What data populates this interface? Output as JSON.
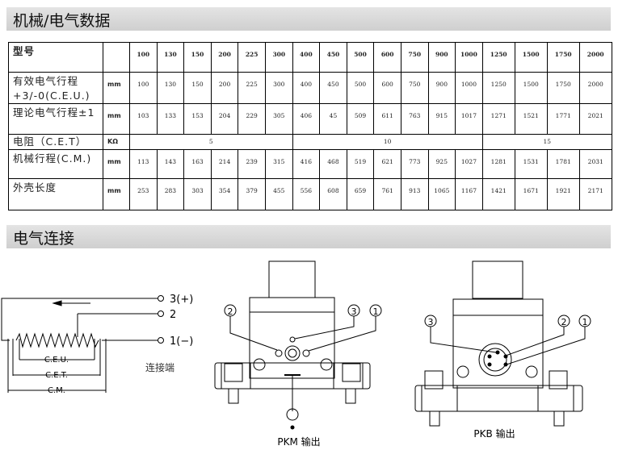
{
  "section1_title": "机械/电气数据",
  "section2_title": "电气连接",
  "table": {
    "rows": [
      {
        "label": "型号",
        "unit": "",
        "values": [
          "100",
          "130",
          "150",
          "200",
          "225",
          "300",
          "400",
          "450",
          "500",
          "600",
          "750",
          "900",
          "1000",
          "1250",
          "1500",
          "1750",
          "2000"
        ]
      },
      {
        "label": "有效电气行程+3/-0(C.E.U.)",
        "unit": "mm",
        "values": [
          "100",
          "130",
          "150",
          "200",
          "225",
          "300",
          "400",
          "450",
          "500",
          "600",
          "750",
          "900",
          "1000",
          "1250",
          "1500",
          "1750",
          "2000"
        ]
      },
      {
        "label": "理论电气行程±1",
        "unit": "mm",
        "values": [
          "103",
          "133",
          "153",
          "204",
          "229",
          "305",
          "406",
          "45",
          "509",
          "611",
          "763",
          "915",
          "1017",
          "1271",
          "1521",
          "1771",
          "2021"
        ]
      },
      {
        "label": "电阻（C.E.T）",
        "unit": "KΩ",
        "groups": [
          "5",
          "10",
          "15"
        ]
      },
      {
        "label": "机械行程(C.M.)",
        "unit": "mm",
        "values": [
          "113",
          "143",
          "163",
          "214",
          "239",
          "315",
          "416",
          "468",
          "519",
          "621",
          "773",
          "925",
          "1027",
          "1281",
          "1531",
          "1781",
          "2031"
        ]
      },
      {
        "label": "外壳长度",
        "unit": "mm",
        "values": [
          "253",
          "283",
          "303",
          "354",
          "379",
          "455",
          "556",
          "608",
          "659",
          "761",
          "913",
          "1065",
          "1167",
          "1421",
          "1671",
          "1921",
          "2171"
        ]
      }
    ]
  },
  "circuit": {
    "t3": "3(+)",
    "t2": "2",
    "t1": "1(−)",
    "ceu": "C.E.U.",
    "cet": "C.E.T.",
    "cm": "C.M.",
    "caption": "连接端"
  },
  "pkm": {
    "caption": "PKM 输出",
    "pins": [
      "2",
      "3",
      "1"
    ]
  },
  "pkb": {
    "caption": "PKB 输出",
    "pins": [
      "3",
      "2",
      "1"
    ]
  }
}
